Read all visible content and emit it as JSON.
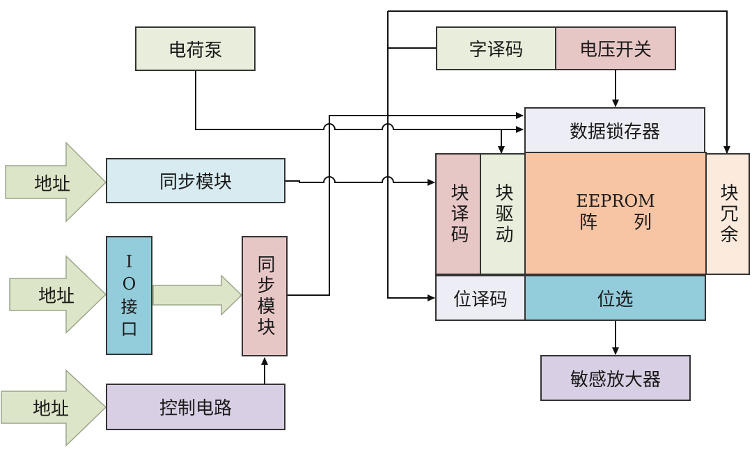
{
  "colors": {
    "charge_pump": "#e8eedb",
    "word_decoder": "#e8eedb",
    "voltage_switch": "#e7c7c6",
    "data_latch": "#ededf5",
    "block_decoder": "#e7c7c6",
    "block_driver": "#e8eedb",
    "array": "#f7c5a4",
    "block_redundancy": "#fcebdd",
    "bit_decoder": "#ededf5",
    "bit_select": "#93ccdb",
    "sense_amp": "#d9cfe4",
    "sync_module_h": "#d7ebf1",
    "io_interface": "#93ccdb",
    "sync_module_v": "#e7c7c6",
    "control_circuit": "#d9cfe4",
    "input_arrow": "#dde5c8",
    "line": "#111111"
  },
  "labels": {
    "charge_pump": "电荷泵",
    "word_decoder": "字译码",
    "voltage_switch": "电压开关",
    "data_latch": "数据锁存器",
    "block_decoder": "块译码",
    "block_driver": "块驱动",
    "array_line1": "EEPROM",
    "array_line2": "阵　　列",
    "block_redundancy": "块冗余",
    "bit_decoder": "位译码",
    "bit_select": "位选",
    "sense_amp": "敏感放大器",
    "sync_module_h": "同步模块",
    "io_interface": "I\nO\n接\n口",
    "sync_module_v": "同步模块",
    "control_circuit": "控制电路",
    "address_1": "地址",
    "address_2": "地址",
    "address_3": "地址"
  }
}
